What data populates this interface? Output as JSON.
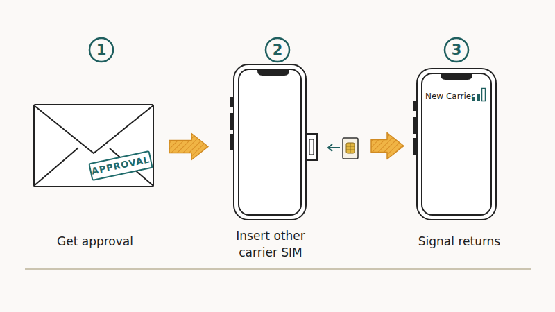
{
  "diagram": {
    "nodes": [
      {
        "text": [
          "Get approval"
        ]
      },
      {
        "text": [
          "APPROVAL"
        ],
        "in": 0
      },
      {
        "text": [
          "Insert other carrier SIM"
        ]
      },
      {
        "text": [
          "New Carrier",
          "Signal returns"
        ]
      }
    ],
    "edges": [
      {
        "from": 0,
        "to": 2,
        "arrow": "to"
      },
      {
        "from": 2,
        "to": 3,
        "arrow": "to"
      }
    ],
    "labels": [
      "1",
      "2",
      "3"
    ]
  }
}
